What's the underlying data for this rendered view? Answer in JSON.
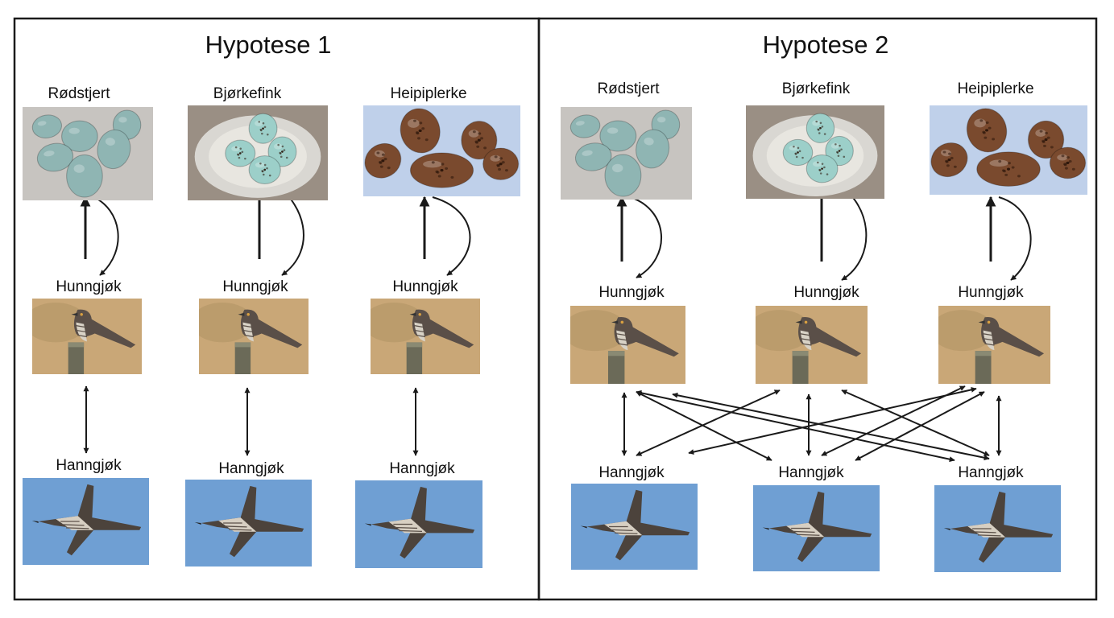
{
  "panels": [
    {
      "title": "Hypotese 1",
      "species": [
        "Rødstjert",
        "Bjørkefink",
        "Heipiplerke"
      ],
      "female_label": "Hunngjøk",
      "male_label": "Hanngjøk"
    },
    {
      "title": "Hypotese 2",
      "species": [
        "Rødstjert",
        "Bjørkefink",
        "Heipiplerke"
      ],
      "female_label": "Hunngjøk",
      "male_label": "Hanngjøk"
    }
  ],
  "images": {
    "egg_images": [
      "blue-eggs-redstart",
      "blue-eggs-brambling-nest",
      "brown-speckled-eggs-pipit"
    ],
    "female_image": "cuckoo-perched-on-post",
    "male_image": "cuckoo-flying-blue-sky"
  },
  "colors": {
    "line": "#1a1a1a",
    "sky": "#6f9fd3",
    "female_bg": "#c9a777",
    "blue_egg": "#8fb5b3",
    "brown_egg": "#7a4a2e",
    "pipit_bg": "#bfd0ea"
  }
}
